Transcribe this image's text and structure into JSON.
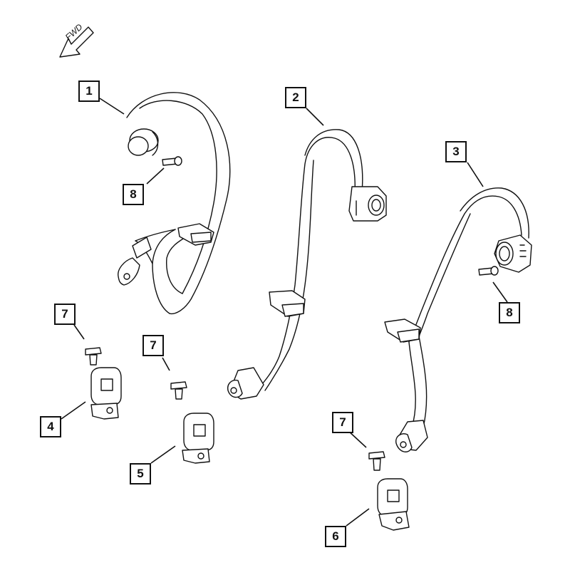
{
  "direction_label": "FWD",
  "callouts": {
    "c1": "1",
    "c2": "2",
    "c3": "3",
    "c4": "4",
    "c5": "5",
    "c6": "6",
    "c7a": "7",
    "c7b": "7",
    "c7c": "7",
    "c8a": "8",
    "c8b": "8"
  }
}
